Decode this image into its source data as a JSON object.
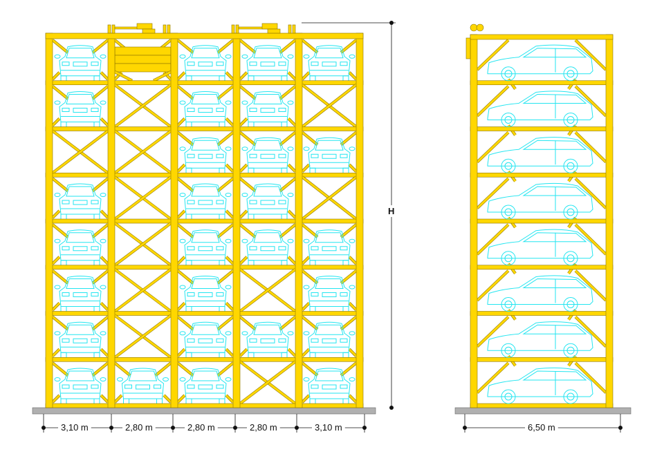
{
  "colors": {
    "steel": "#FFD700",
    "steel_edge": "#8a7400",
    "car": "#22E5F0",
    "ground": "#B0B0B0",
    "dim": "#111111"
  },
  "front_view": {
    "dimensions": [
      "3,10 m",
      "2,80 m",
      "2,80 m",
      "2,80 m",
      "3,10 m"
    ],
    "height_label": "H",
    "levels": 8,
    "occupancy": [
      [
        "car",
        "platform",
        "car",
        "car",
        "car"
      ],
      [
        "car",
        "empty",
        "car",
        "car",
        "empty"
      ],
      [
        "empty",
        "empty",
        "car",
        "car",
        "car"
      ],
      [
        "car",
        "empty",
        "car",
        "car",
        "empty"
      ],
      [
        "car",
        "empty",
        "car",
        "car",
        "car"
      ],
      [
        "car",
        "empty",
        "car",
        "empty",
        "car"
      ],
      [
        "car",
        "empty",
        "car",
        "car",
        "car"
      ],
      [
        "car",
        "car",
        "car",
        "empty",
        "car"
      ]
    ]
  },
  "side_view": {
    "dimension": "6,50 m",
    "levels": 8
  }
}
